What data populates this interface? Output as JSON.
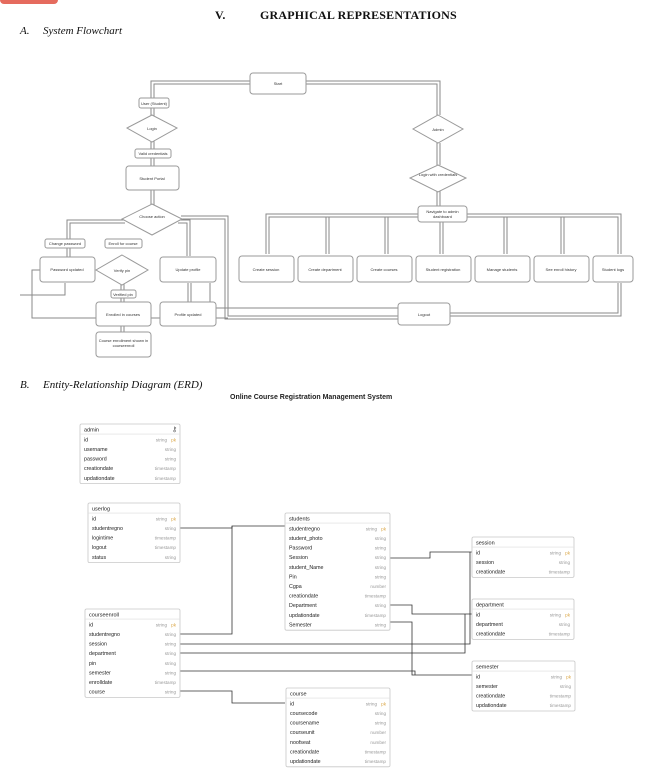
{
  "heading": {
    "number": "V.",
    "title": "GRAPHICAL REPRESENTATIONS"
  },
  "section_a": {
    "label": "A.",
    "title": "System Flowchart"
  },
  "section_b": {
    "label": "B.",
    "title": "Entity-Relationship Diagram (ERD)"
  },
  "flowchart": {
    "start": "Start",
    "user_student": "User (Student)",
    "login": "Login",
    "valid_credentials": "Valid credentials",
    "student_portal": "Student Portal",
    "choose_action": "Choose action",
    "change_password": "Change password",
    "enroll_for_course": "Enroll for course",
    "password_updated": "Password updated",
    "verify_pin": "Verify pin",
    "update_profile": "Update profile",
    "verified_pin": "Verified pin",
    "enrolled_in_courses": "Enrolled in courses",
    "profile_updated": "Profile updated",
    "course_enrollment": "Course enrollment shown in courseenroll",
    "admin": "Admin",
    "login_with_credentials": "Login with credentials",
    "navigate_admin": "Navigate to admin dashboard",
    "admin_actions": [
      "Create session",
      "Create department",
      "Create courses",
      "Student registration",
      "Manage students",
      "See enroll history",
      "Student logs"
    ],
    "logout": "Logout"
  },
  "erd": {
    "title": "Online Course Registration Management System",
    "tables": [
      {
        "name": "admin",
        "rows": [
          [
            "id",
            "string",
            "pk"
          ],
          [
            "username",
            "string",
            ""
          ],
          [
            "password",
            "string",
            ""
          ],
          [
            "creationdate",
            "timestamp",
            ""
          ],
          [
            "updationdate",
            "timestamp",
            ""
          ]
        ]
      },
      {
        "name": "userlog",
        "rows": [
          [
            "id",
            "string",
            "pk"
          ],
          [
            "studentregno",
            "string",
            ""
          ],
          [
            "logintime",
            "timestamp",
            ""
          ],
          [
            "logout",
            "timestamp",
            ""
          ],
          [
            "status",
            "string",
            ""
          ]
        ]
      },
      {
        "name": "students",
        "rows": [
          [
            "studentregno",
            "string",
            "pk"
          ],
          [
            "student_photo",
            "string",
            ""
          ],
          [
            "Password",
            "string",
            ""
          ],
          [
            "Session",
            "string",
            ""
          ],
          [
            "student_Name",
            "string",
            ""
          ],
          [
            "Pin",
            "string",
            ""
          ],
          [
            "Cgpa",
            "number",
            ""
          ],
          [
            "creationdate",
            "timestamp",
            ""
          ],
          [
            "Department",
            "string",
            ""
          ],
          [
            "updationdate",
            "timestamp",
            ""
          ],
          [
            "Semester",
            "string",
            ""
          ]
        ]
      },
      {
        "name": "session",
        "rows": [
          [
            "id",
            "string",
            "pk"
          ],
          [
            "session",
            "string",
            ""
          ],
          [
            "creationdate",
            "timestamp",
            ""
          ]
        ]
      },
      {
        "name": "department",
        "rows": [
          [
            "id",
            "string",
            "pk"
          ],
          [
            "department",
            "string",
            ""
          ],
          [
            "creationdate",
            "timestamp",
            ""
          ]
        ]
      },
      {
        "name": "courseenroll",
        "rows": [
          [
            "id",
            "string",
            "pk"
          ],
          [
            "studentregno",
            "string",
            ""
          ],
          [
            "session",
            "string",
            ""
          ],
          [
            "department",
            "string",
            ""
          ],
          [
            "pin",
            "string",
            ""
          ],
          [
            "semester",
            "string",
            ""
          ],
          [
            "enrolldate",
            "timestamp",
            ""
          ],
          [
            "course",
            "string",
            ""
          ]
        ]
      },
      {
        "name": "semester",
        "rows": [
          [
            "id",
            "string",
            "pk"
          ],
          [
            "semester",
            "string",
            ""
          ],
          [
            "creationdate",
            "timestamp",
            ""
          ],
          [
            "updationdate",
            "timestamp",
            ""
          ]
        ]
      },
      {
        "name": "course",
        "rows": [
          [
            "id",
            "string",
            "pk"
          ],
          [
            "coursecode",
            "string",
            ""
          ],
          [
            "coursename",
            "string",
            ""
          ],
          [
            "courseunit",
            "number",
            ""
          ],
          [
            "noofseat",
            "number",
            ""
          ],
          [
            "creationdate",
            "timestamp",
            ""
          ],
          [
            "updationdate",
            "timestamp",
            ""
          ]
        ]
      }
    ]
  },
  "colors": {
    "line": "#8a8a8a",
    "box_border": "#9a9a9a",
    "pk": "#d9a441",
    "type": "#999999"
  }
}
